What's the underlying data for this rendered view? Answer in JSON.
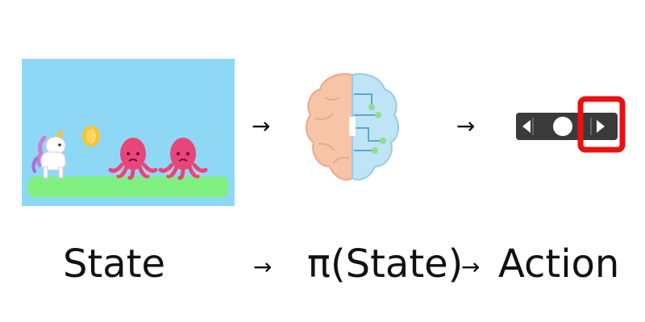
{
  "diagram": {
    "top_arrows": [
      "→",
      "→"
    ],
    "captions": {
      "state": "State",
      "arrow_1": "→",
      "policy": "π(State)",
      "arrow_2": "→",
      "action": "Action"
    },
    "icons": {
      "game_scene": "game-scene-unicorn-coin-octopus-icon",
      "brain": "brain-circuit-icon",
      "controller": "controller-arrows-icon"
    },
    "colors": {
      "sky": "#8fd8f5",
      "ground": "#7ff080",
      "octopus": "#e8457a",
      "coin": "#f8c530",
      "brain_left": "#f7c4a8",
      "brain_right": "#bfe4f6",
      "circuit": "#8be08e",
      "controller_body": "#3a3a3a",
      "highlight": "#e81111"
    }
  }
}
